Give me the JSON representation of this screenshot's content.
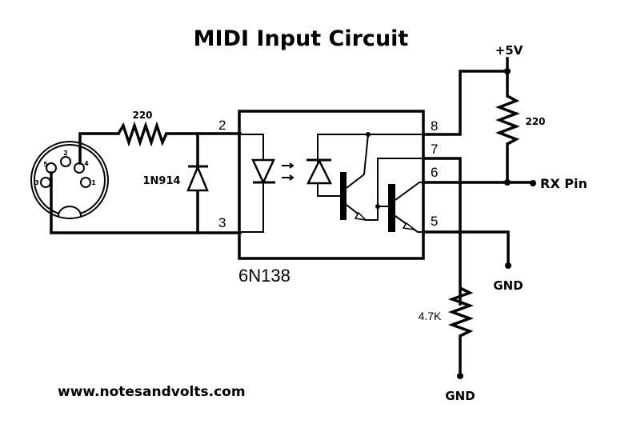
{
  "title": "MIDI Input Circuit",
  "footer_url": "www.notesandvolts.com",
  "colors": {
    "ink": "#000000",
    "background": "#ffffff"
  },
  "din_connector": {
    "label": "MIDI DIN-5 connector",
    "pins": [
      "1",
      "2",
      "3",
      "4",
      "5"
    ]
  },
  "components": {
    "input_resistor": "220",
    "diode": "1N914",
    "optocoupler": "6N138",
    "pullup_resistor": "220",
    "base_resistor": "4.7K"
  },
  "opto_pins": {
    "p2": "2",
    "p3": "3",
    "p5": "5",
    "p6": "6",
    "p7": "7",
    "p8": "8"
  },
  "nets": {
    "vcc": "+5V",
    "rx": "RX Pin",
    "gnd1": "GND",
    "gnd2": "GND"
  }
}
